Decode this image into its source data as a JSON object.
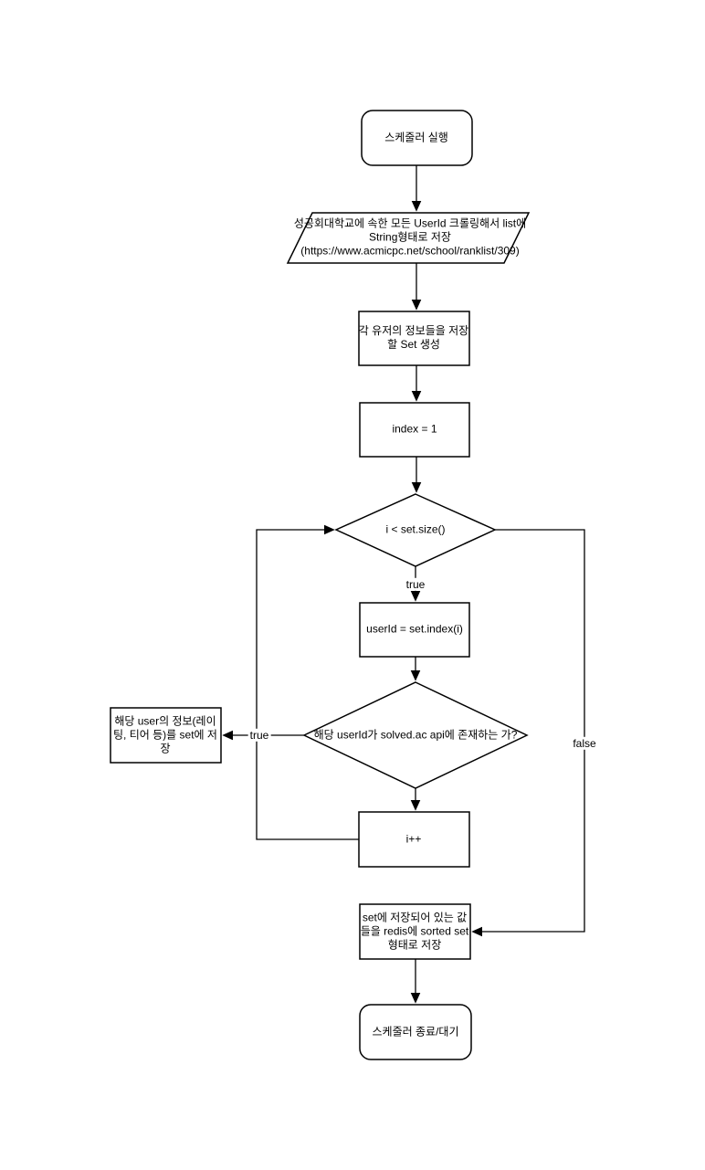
{
  "colors": {
    "background": "#ffffff",
    "stroke": "#000000",
    "text": "#000000"
  },
  "flowchart": {
    "nodes": {
      "start": {
        "type": "terminator",
        "label": "스케줄러 실행"
      },
      "crawl_userids": {
        "type": "input-output",
        "label": "성공회대학교에 속한 모든 UserId 크롤링해서 list에\nString형태로 저장\n(https://www.acmicpc.net/school/ranklist/309)"
      },
      "create_set": {
        "type": "process",
        "label": "각 유저의 정보들을 저장\n할 Set 생성"
      },
      "init_index": {
        "type": "process",
        "label": "index = 1"
      },
      "loop_condition": {
        "type": "decision",
        "label": "i < set.size()"
      },
      "get_userid": {
        "type": "process",
        "label": "userId = set.index(i)"
      },
      "check_api": {
        "type": "decision",
        "label": "해당 userId가 solved.ac api에 존재하는 가?"
      },
      "save_user_info": {
        "type": "process",
        "label": "해당 user의 정보(레이\n팅, 티어 등)를 set에 저\n장"
      },
      "increment": {
        "type": "process",
        "label": "i++"
      },
      "save_redis": {
        "type": "process",
        "label": "set에 저장되어 있는 값\n들을 redis에 sorted set\n형태로 저장"
      },
      "end": {
        "type": "terminator",
        "label": "스케줄러 종료/대기"
      }
    },
    "edge_labels": {
      "cond_true": "true",
      "api_true": "true",
      "cond_false": "false"
    }
  }
}
